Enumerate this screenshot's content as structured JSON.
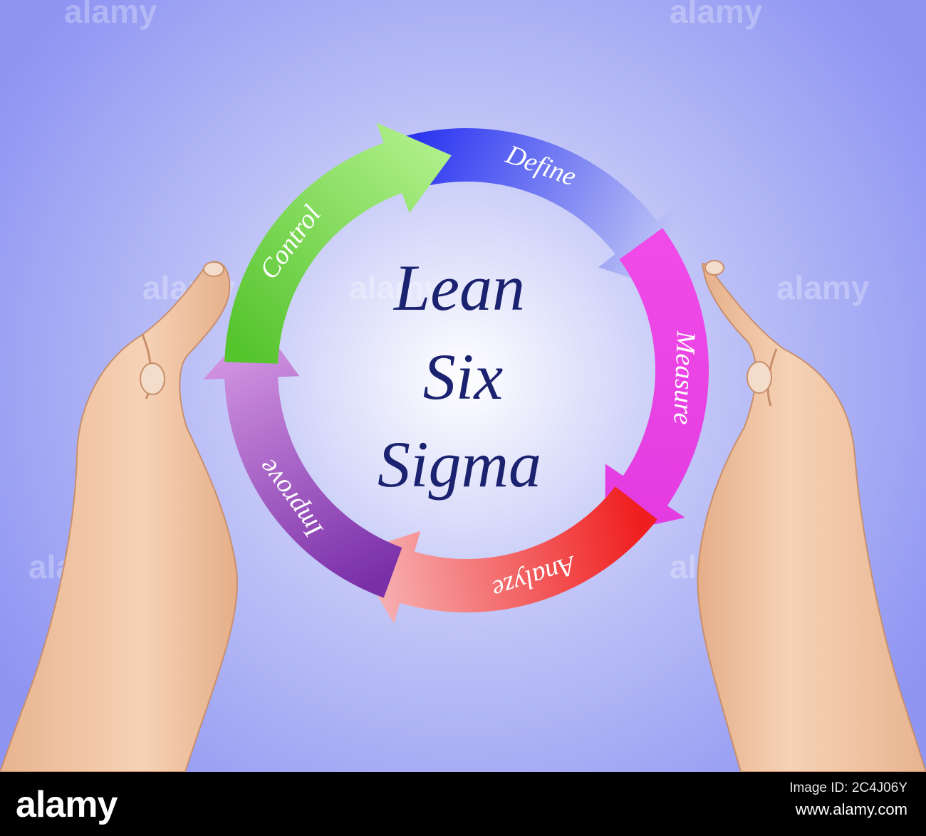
{
  "diagram": {
    "title_lines": [
      "Lean",
      "Six",
      "Sigma"
    ],
    "steps": [
      {
        "label": "Define",
        "color_start": "#2a34f0",
        "color_end": "#c6ccf6"
      },
      {
        "label": "Measure",
        "color_start": "#f04be8",
        "color_end": "#e23ae0"
      },
      {
        "label": "Analyze",
        "color_start": "#f01f1f",
        "color_end": "#f7b9bb"
      },
      {
        "label": "Improve",
        "color_start": "#7a2fa8",
        "color_end": "#d79ae4"
      },
      {
        "label": "Control",
        "color_start": "#55c42d",
        "color_end": "#b0f08a"
      }
    ]
  },
  "colors": {
    "background": "#8f95f2",
    "background_center": "#ffffff",
    "title": "#1b2270",
    "hand": "#f0c4a4"
  },
  "watermark": {
    "text": "alamy"
  },
  "footer": {
    "logo": "alamy",
    "image_id_label": "Image ID: 2C4J06Y",
    "url": "www.alamy.com"
  }
}
